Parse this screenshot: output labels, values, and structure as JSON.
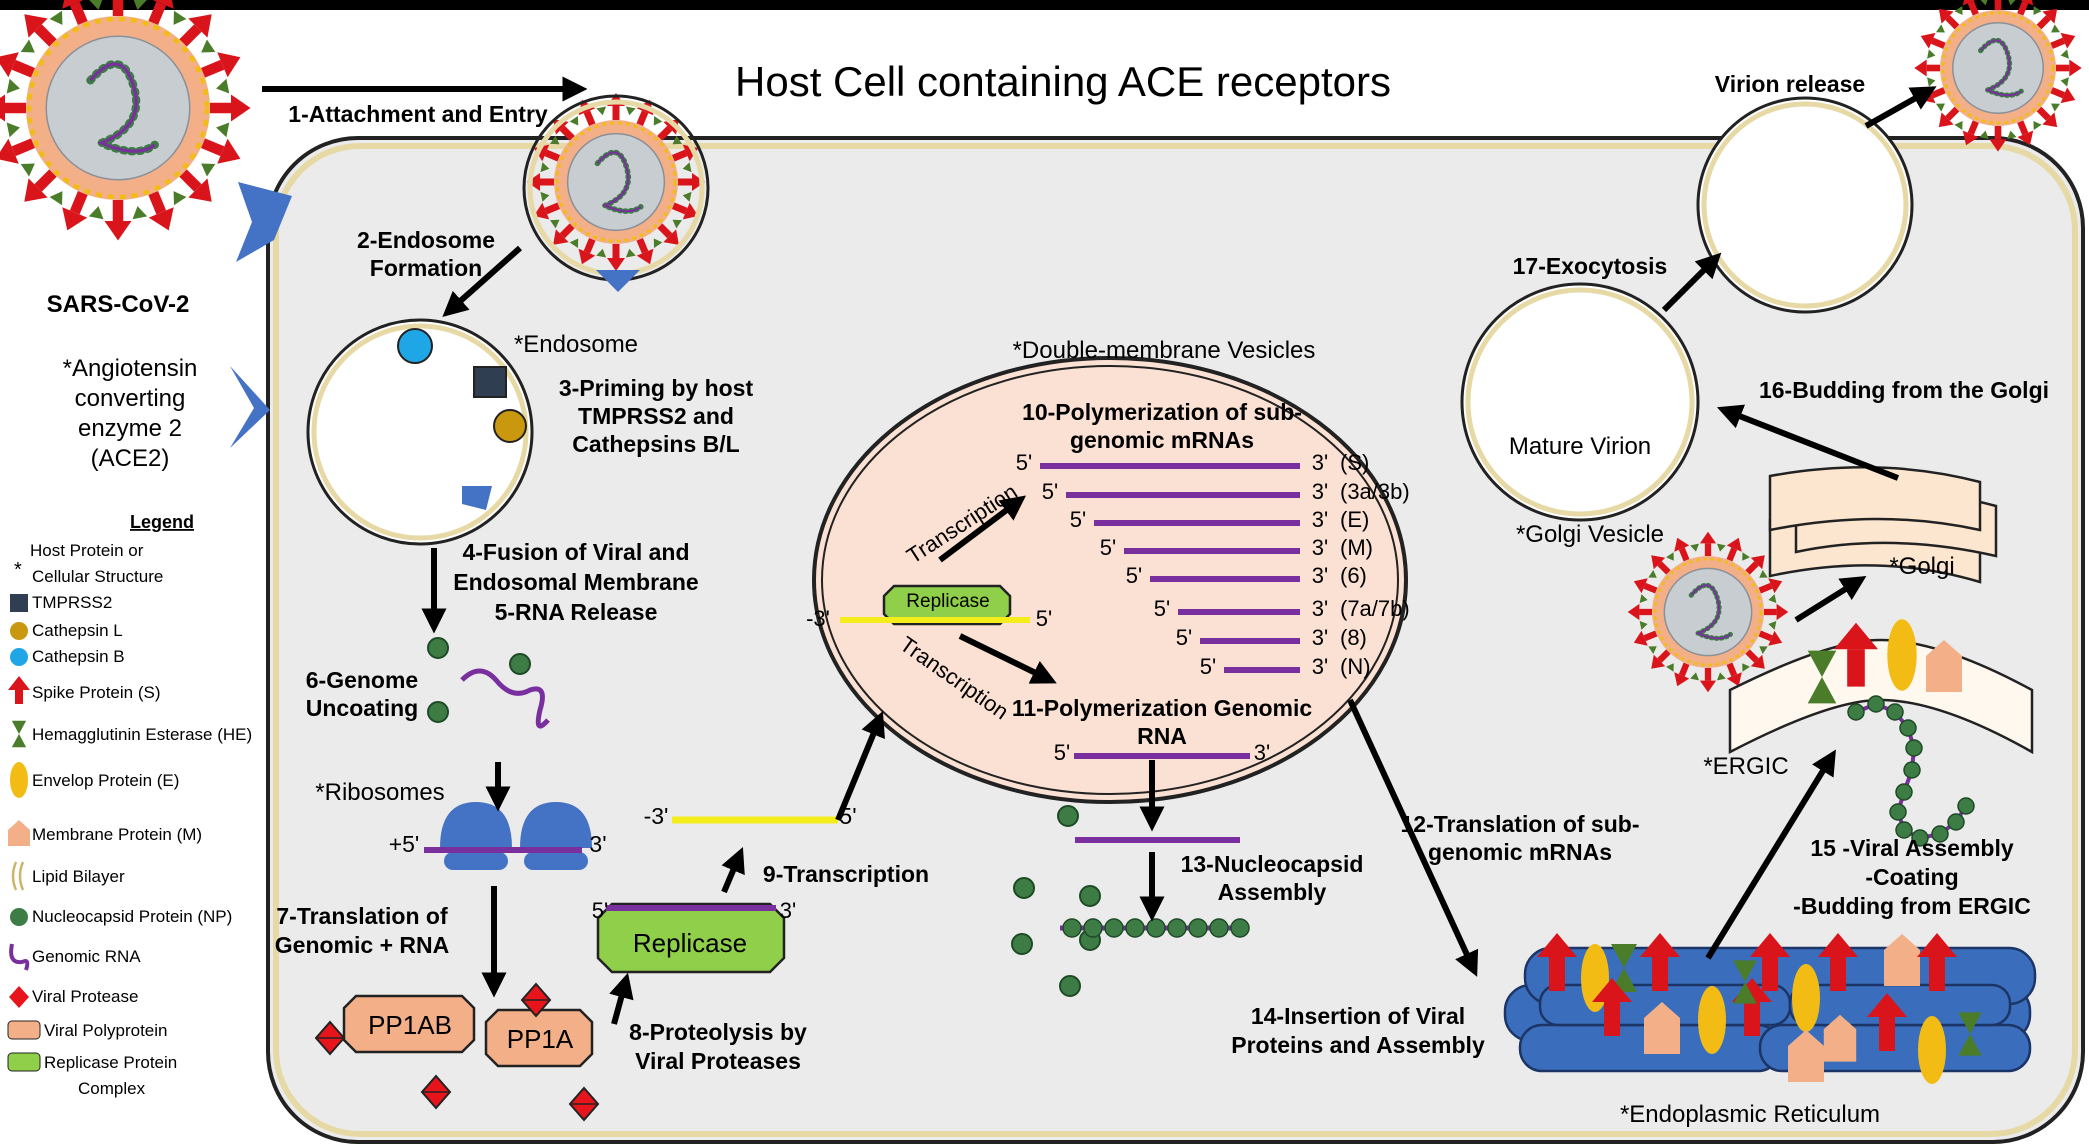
{
  "title": "Host Cell containing ACE receptors",
  "virus_label": "SARS-CoV-2",
  "ace2_label": [
    "*Angiotensin",
    "converting",
    "enzyme 2",
    "(ACE2)"
  ],
  "legend": {
    "heading": "Legend",
    "items": [
      {
        "symbol": "*",
        "label": "Host Protein or",
        "label2": "Cellular Structure"
      },
      {
        "symbol": "tmprss2",
        "label": "TMPRSS2"
      },
      {
        "symbol": "cathepsin-l",
        "label": "Cathepsin L"
      },
      {
        "symbol": "cathepsin-b",
        "label": "Cathepsin B"
      },
      {
        "symbol": "spike",
        "label": "Spike Protein (S)"
      },
      {
        "symbol": "he",
        "label": "Hemagglutinin Esterase (HE)"
      },
      {
        "symbol": "envelope",
        "label": "Envelop Protein (E)"
      },
      {
        "symbol": "membrane",
        "label": "Membrane Protein (M)"
      },
      {
        "symbol": "lipid",
        "label": "Lipid Bilayer"
      },
      {
        "symbol": "np",
        "label": "Nucleocapsid Protein (NP)"
      },
      {
        "symbol": "rna",
        "label": "Genomic RNA"
      },
      {
        "symbol": "protease",
        "label": "Viral Protease"
      },
      {
        "symbol": "polyprotein",
        "label": "Viral Polyprotein"
      },
      {
        "symbol": "replicase",
        "label": "Replicase Protein",
        "label2": "Complex"
      }
    ]
  },
  "steps": {
    "s1": "1-Attachment and Entry",
    "s2": [
      "2-Endosome",
      "Formation"
    ],
    "s3": [
      "3-Priming by host",
      "TMPRSS2 and",
      "Cathepsins B/L"
    ],
    "s4": [
      "4-Fusion of Viral and",
      "Endosomal Membrane",
      "5-RNA Release"
    ],
    "s6": [
      "6-Genome",
      "Uncoating"
    ],
    "s7": [
      "7-Translation of",
      "Genomic + RNA"
    ],
    "s8": [
      "8-Proteolysis by",
      "Viral Proteases"
    ],
    "s9": "9-Transcription",
    "s10": [
      "10-Polymerization of sub-",
      "genomic mRNAs"
    ],
    "s11": [
      "11-Polymerization Genomic",
      "RNA"
    ],
    "s12": [
      "12-Translation of sub-",
      "genomic mRNAs"
    ],
    "s13": [
      "13-Nucleocapsid",
      "Assembly"
    ],
    "s14": [
      "14-Insertion of Viral",
      "Proteins and Assembly"
    ],
    "s15": [
      "15 -Viral Assembly",
      "-Coating",
      "-Budding from ERGIC"
    ],
    "s16": "16-Budding from the Golgi",
    "s17": "17-Exocytosis",
    "release": "Virion release"
  },
  "structures": {
    "endosome": "*Endosome",
    "ribosomes": "*Ribosomes",
    "dmv": "*Double-membrane Vesicles",
    "golgi_vesicle": "*Golgi Vesicle",
    "golgi": "*Golgi",
    "ergic": "*ERGIC",
    "er": "*Endoplasmic Reticulum",
    "mature_virion": "Mature Virion"
  },
  "molecules": {
    "pp1ab": "PP1AB",
    "pp1a": "PP1A",
    "replicase": "Replicase",
    "transcription": "Transcription"
  },
  "ends": {
    "plus5": "+5'",
    "minus3": "-3'",
    "p5": "5'",
    "p3": "3'"
  },
  "sgmrnas": [
    "(S)",
    "(3a/3b)",
    "(E)",
    "(M)",
    "(6)",
    "(7a/7b)",
    "(8)",
    "(N)"
  ],
  "colors": {
    "cell_fill": "#ebebeb",
    "cell_border": "#e6d9a6",
    "dmv_fill": "#fbe1d3",
    "spike": "#d9141b",
    "he": "#4a7c2a",
    "envelope": "#f2bc14",
    "membrane": "#f3b088",
    "np": "#3d7d45",
    "rna": "#7a2f9e",
    "replicase": "#8fcf4a",
    "er": "#3a6ebd",
    "ribosome": "#4472c4",
    "ace2": "#4472c4",
    "tmprss2": "#2f3e50",
    "cathepsin_l": "#c9980f",
    "cathepsin_b": "#1fa6e6",
    "polyprotein": "#f3b088",
    "protease": "#e8141b",
    "yellow_rna": "#f5ec1c"
  }
}
